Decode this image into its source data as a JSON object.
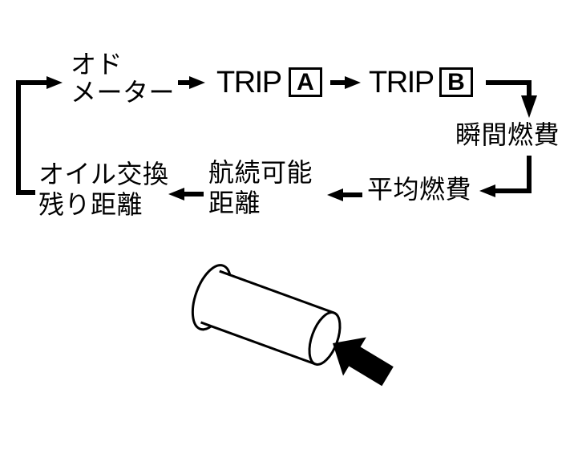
{
  "page": {
    "background": "#ffffff",
    "ink": "#000000"
  },
  "diagram": {
    "name": "trip-meter-display-cycle",
    "nodes": {
      "odometer": {
        "line1": "オド",
        "line2": "メーター"
      },
      "trip_a": {
        "text": "TRIP",
        "box": "A"
      },
      "trip_b": {
        "text": "TRIP",
        "box": "B"
      },
      "instant_fuel": {
        "label": "瞬間燃費"
      },
      "average_fuel": {
        "label": "平均燃費"
      },
      "cruising_range": {
        "line1": "航続可能",
        "line2": "距離"
      },
      "oil_change_distance": {
        "line1": "オイル交換",
        "line2": "残り距離"
      }
    },
    "cycle_order": [
      "オドメーター",
      "TRIP A",
      "TRIP B",
      "瞬間燃費",
      "平均燃費",
      "航続可能距離",
      "オイル交換残り距離"
    ]
  },
  "illustration": {
    "icon": "trip-knob-with-press-arrow"
  }
}
